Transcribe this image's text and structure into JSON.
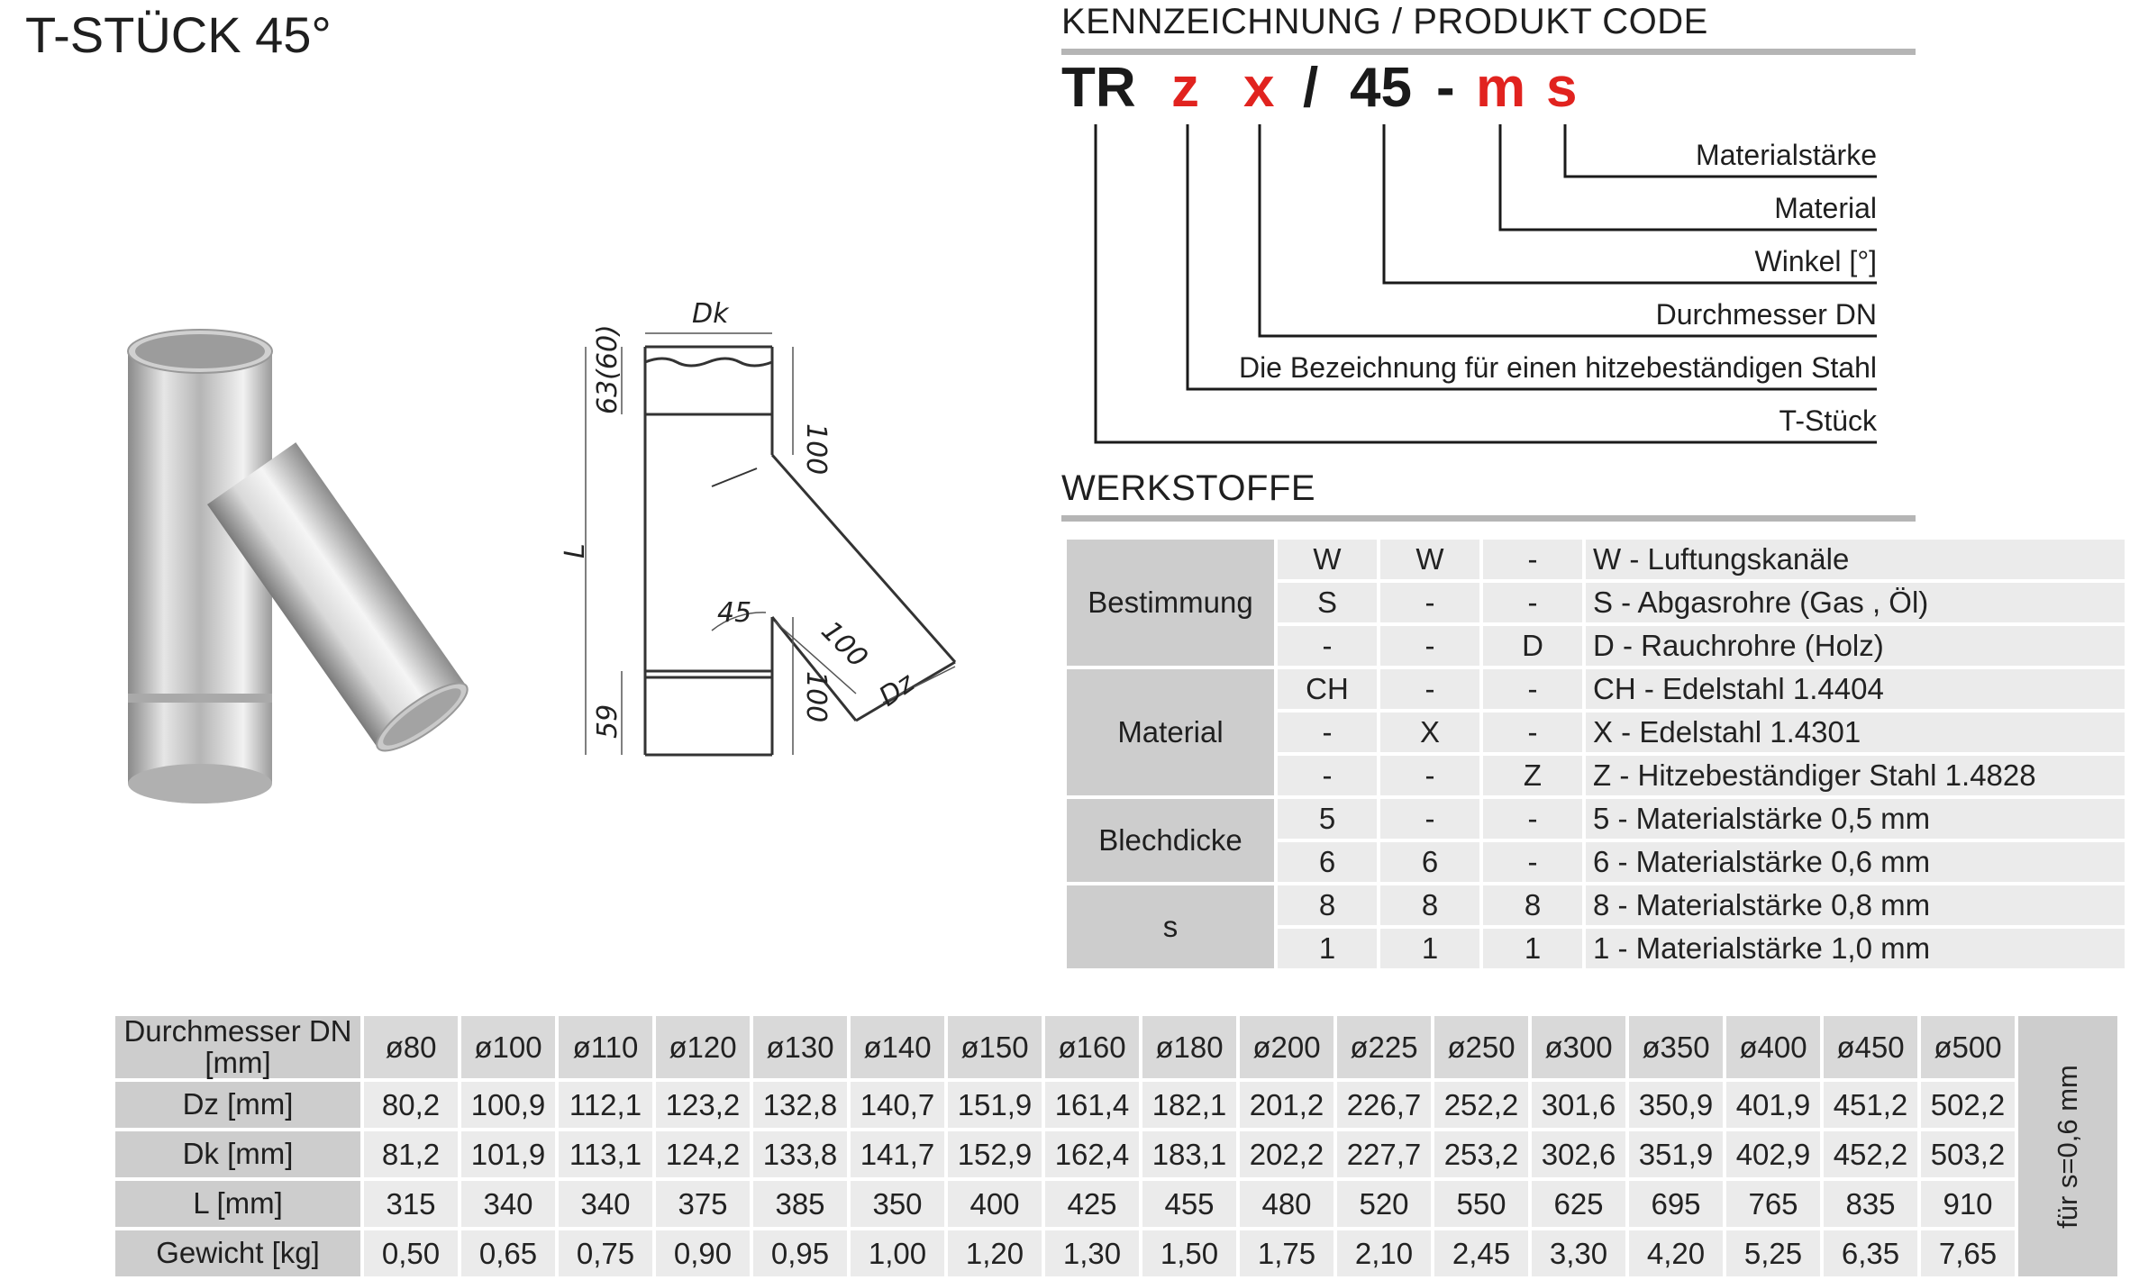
{
  "title": "T-STÜCK 45°",
  "kennzeichnung": {
    "heading": "KENNZEICHNUNG /  PRODUKT CODE",
    "code": {
      "p1": "TR",
      "p2": "z",
      "p3": "x",
      "p4": "/",
      "p5": "45",
      "p6": "-",
      "p7": "m",
      "p8": "s"
    },
    "legend": [
      "Materialstärke",
      "Material",
      "Winkel [°]",
      "Durchmesser DN",
      "Die Bezeichnung für einen hitzebeständigen Stahl",
      "T-Stück"
    ]
  },
  "drawing": {
    "dk": "Dk",
    "dz": "Dz",
    "l": "L",
    "d63": "63(60)",
    "d100a": "100",
    "d100b": "100",
    "d100c": "100",
    "d59": "59",
    "angle": "45"
  },
  "werkstoffe": {
    "heading": "WERKSTOFFE",
    "groups": [
      {
        "label": "Bestimmung",
        "label2": "",
        "rows": [
          [
            "W",
            "W",
            "-",
            "W - Luftungskanäle"
          ],
          [
            "S",
            "-",
            "-",
            "S - Abgasrohre (Gas , Öl)"
          ],
          [
            "-",
            "-",
            "D",
            "D - Rauchrohre (Holz)"
          ]
        ]
      },
      {
        "label": "Material",
        "label2": "",
        "rows": [
          [
            "CH",
            "-",
            "-",
            "CH - Edelstahl 1.4404"
          ],
          [
            "-",
            "X",
            "-",
            "X - Edelstahl 1.4301"
          ],
          [
            "-",
            "-",
            "Z",
            "Z - Hitzebeständiger Stahl 1.4828"
          ]
        ]
      },
      {
        "label": "Blechdicke",
        "label2": "s",
        "rows": [
          [
            "5",
            "-",
            "-",
            "5 - Materialstärke 0,5 mm"
          ],
          [
            "6",
            "6",
            "-",
            "6 - Materialstärke 0,6 mm"
          ],
          [
            "8",
            "8",
            "8",
            "8 - Materialstärke 0,8 mm"
          ],
          [
            "1",
            "1",
            "1",
            "1 - Materialstärke 1,0 mm"
          ]
        ]
      }
    ]
  },
  "dims": {
    "side_note": "für s=0,6 mm",
    "rows": [
      {
        "label": "Durchmesser DN [mm]",
        "values": [
          "ø80",
          "ø100",
          "ø110",
          "ø120",
          "ø130",
          "ø140",
          "ø150",
          "ø160",
          "ø180",
          "ø200",
          "ø225",
          "ø250",
          "ø300",
          "ø350",
          "ø400",
          "ø450",
          "ø500"
        ]
      },
      {
        "label": "Dz [mm]",
        "values": [
          "80,2",
          "100,9",
          "112,1",
          "123,2",
          "132,8",
          "140,7",
          "151,9",
          "161,4",
          "182,1",
          "201,2",
          "226,7",
          "252,2",
          "301,6",
          "350,9",
          "401,9",
          "451,2",
          "502,2"
        ]
      },
      {
        "label": "Dk [mm]",
        "values": [
          "81,2",
          "101,9",
          "113,1",
          "124,2",
          "133,8",
          "141,7",
          "152,9",
          "162,4",
          "183,1",
          "202,2",
          "227,7",
          "253,2",
          "302,6",
          "351,9",
          "402,9",
          "452,2",
          "503,2"
        ]
      },
      {
        "label": "L [mm]",
        "values": [
          "315",
          "340",
          "340",
          "375",
          "385",
          "350",
          "400",
          "425",
          "455",
          "480",
          "520",
          "550",
          "625",
          "695",
          "765",
          "835",
          "910"
        ]
      },
      {
        "label": "Gewicht [kg]",
        "values": [
          "0,50",
          "0,65",
          "0,75",
          "0,90",
          "0,95",
          "1,00",
          "1,20",
          "1,30",
          "1,50",
          "1,75",
          "2,10",
          "2,45",
          "3,30",
          "4,20",
          "5,25",
          "6,35",
          "7,65"
        ]
      }
    ]
  }
}
